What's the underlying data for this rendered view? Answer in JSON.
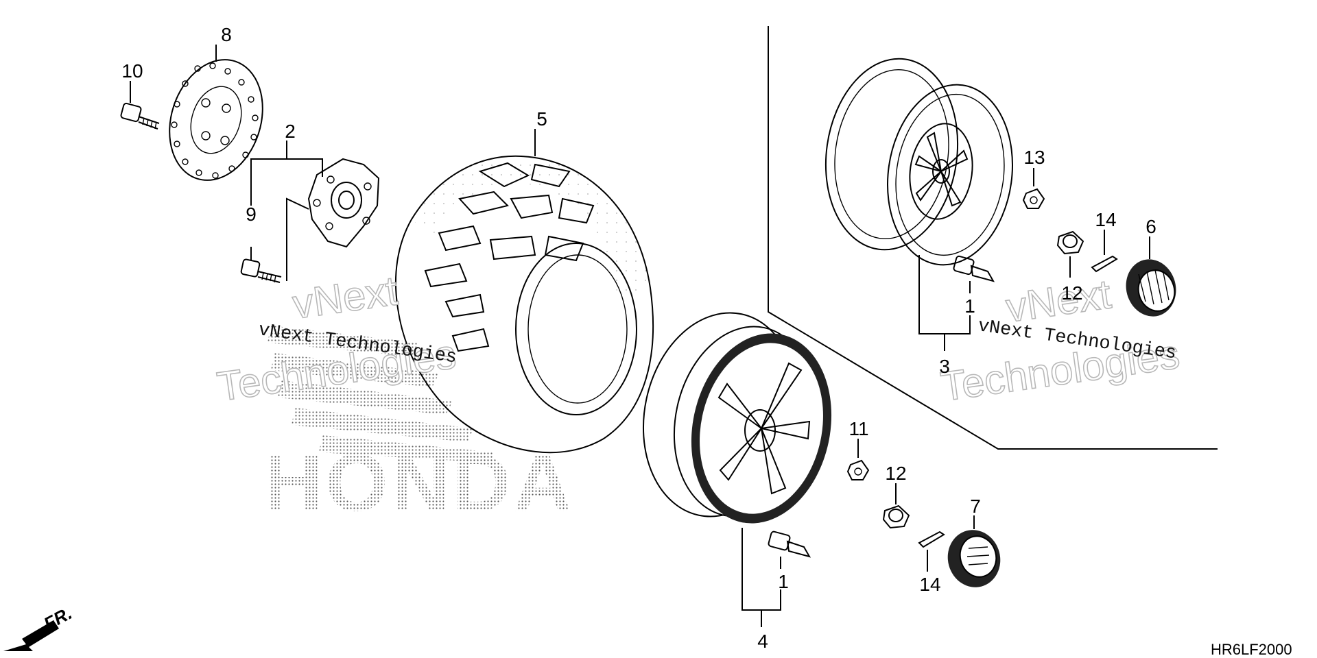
{
  "diagram": {
    "drawing_code": "HR6LF2000",
    "front_marker": "FR.",
    "watermark": {
      "line": "vNext Technologies",
      "ghost_top": "vNext",
      "ghost_bottom": "Technologies"
    },
    "brand": "HONDA",
    "callouts": {
      "c1a": "1",
      "c1b": "1",
      "c2": "2",
      "c3": "3",
      "c4": "4",
      "c5": "5",
      "c6": "6",
      "c7": "7",
      "c8": "8",
      "c9": "9",
      "c10": "10",
      "c11": "11",
      "c12a": "12",
      "c12b": "12",
      "c13": "13",
      "c14a": "14",
      "c14b": "14"
    },
    "components": [
      "brake-disc",
      "hub",
      "hub-bolt",
      "disc-bolt",
      "tire",
      "front-wheel",
      "rear-wheel",
      "valve-stem",
      "wheel-nut",
      "cap-nut",
      "cotter-pin",
      "hub-cap"
    ]
  }
}
